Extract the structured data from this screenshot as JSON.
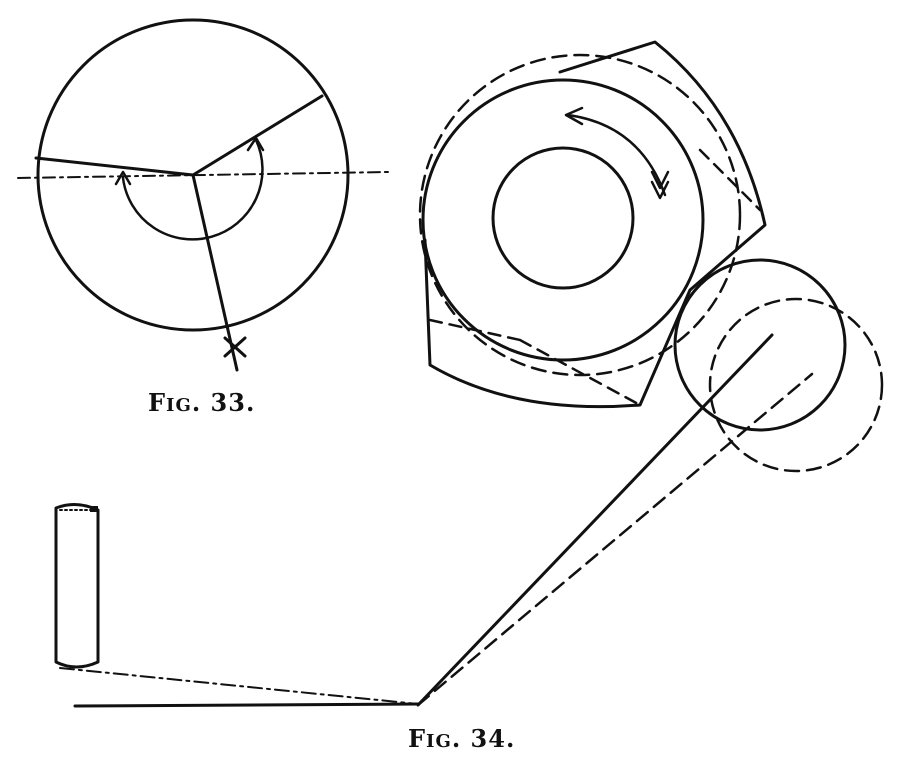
{
  "figures": {
    "fig33": {
      "caption_prefix": "F",
      "caption_small": "IG",
      "caption_rest": ". 33."
    },
    "fig34": {
      "caption_prefix": "F",
      "caption_small": "IG",
      "caption_rest": ". 34."
    }
  },
  "colors": {
    "ink": "#111111",
    "paper": "#ffffff"
  }
}
